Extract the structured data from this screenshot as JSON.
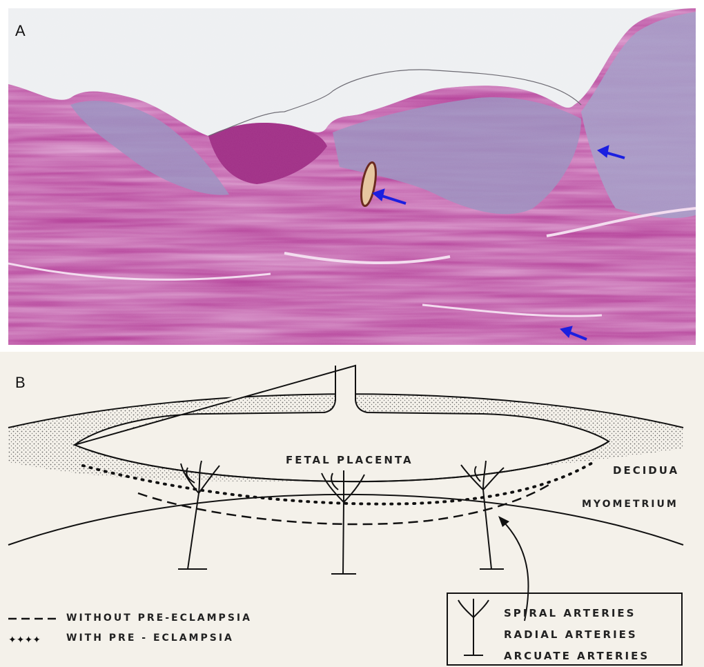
{
  "panel_a": {
    "label": "A",
    "image_description_icon": "histology-micrograph",
    "arrow_color": "#1b1fe0",
    "arrow_count": 3
  },
  "panel_b": {
    "label": "B",
    "structure_labels": {
      "fetal_placenta": "FETAL PLACENTA",
      "decidua": "DECIDUA",
      "myometrium": "MYOMETRIUM"
    },
    "legend": {
      "without": "WITHOUT PRE-ECLAMPSIA",
      "with": "WITH PRE - ECLAMPSIA"
    },
    "key": {
      "spiral": "SPIRAL ARTERIES",
      "radial": "RADIAL ARTERIES",
      "arcuate": "ARCUATE ARTERIES"
    }
  }
}
